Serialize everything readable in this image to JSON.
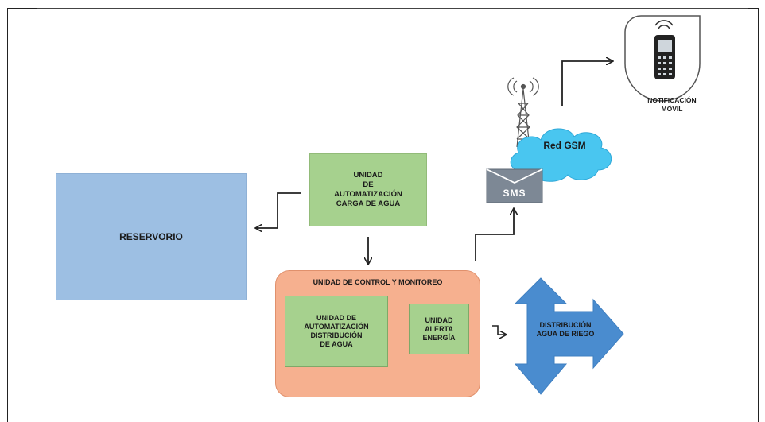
{
  "diagram": {
    "reservoir": "RESERVORIO",
    "carga_unit": "UNIDAD\nDE\nAUTOMATIZACIÓN\nCARGA DE AGUA",
    "control_title": "UNIDAD DE CONTROL Y MONITOREO",
    "distribution_unit": "UNIDAD DE\nAUTOMATIZACIÓN\nDISTRIBUCIÓN\nDE   AGUA",
    "energy_unit": "UNIDAD\nALERTA\nENERGÍA",
    "irrigation": "DISTRIBUCIÓN\nAGUA DE RIEGO",
    "sms": "SMS",
    "gsm": "Red GSM",
    "notification": "NOTIFICACIÓN\nMÓVIL"
  },
  "colors": {
    "reservoir": "#9dbfe3",
    "unit_green": "#a6d18e",
    "control_orange": "#f6b08f",
    "irrigation_arrow": "#4a8ccf",
    "cloud": "#49c6f0",
    "sms_envelope": "#7d8895"
  },
  "icons": [
    "cell-tower-icon",
    "mobile-phone-icon",
    "envelope-icon",
    "cloud-icon"
  ]
}
